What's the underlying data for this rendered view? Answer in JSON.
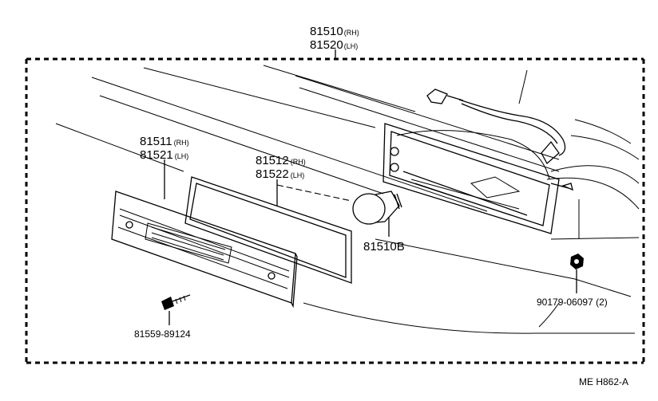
{
  "parts": {
    "assembly": {
      "rh_number": "81510",
      "rh_side": "(RH)",
      "lh_number": "81520",
      "lh_side": "(LH)"
    },
    "lens": {
      "rh_number": "81511",
      "rh_side": "(RH)",
      "lh_number": "81521",
      "lh_side": "(LH)"
    },
    "gasket": {
      "rh_number": "81512",
      "rh_side": "(RH)",
      "lh_number": "81522",
      "lh_side": "(LH)"
    },
    "bulb": {
      "number": "81510B"
    },
    "screw": {
      "number": "81559-89124"
    },
    "nut": {
      "number": "90179-06097 (2)"
    }
  },
  "diagram_code": "ME H862-A"
}
